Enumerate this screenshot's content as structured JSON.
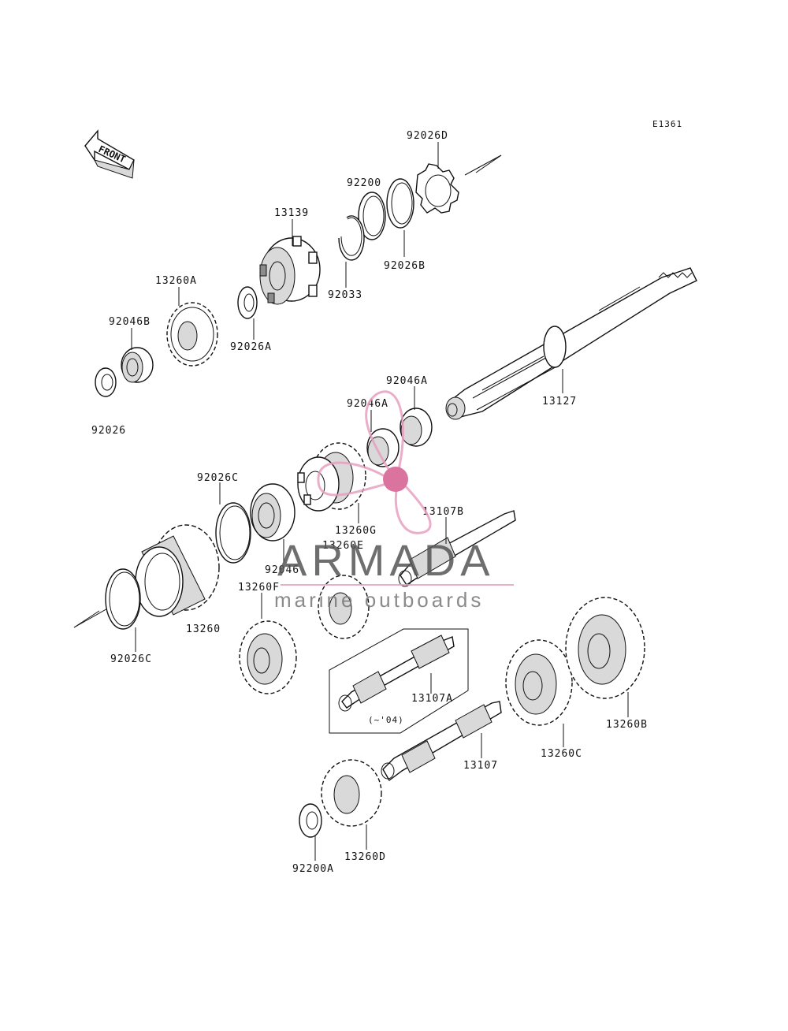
{
  "diagram": {
    "code": "E1361",
    "front_label": "FRONT",
    "variant_note": "(~'04)",
    "parts": [
      {
        "id": "92026D"
      },
      {
        "id": "92200"
      },
      {
        "id": "13139"
      },
      {
        "id": "92026B"
      },
      {
        "id": "92033"
      },
      {
        "id": "13260A"
      },
      {
        "id": "92046B"
      },
      {
        "id": "92026A"
      },
      {
        "id": "92026"
      },
      {
        "id": "13127"
      },
      {
        "id": "92046A"
      },
      {
        "id": "92046A"
      },
      {
        "id": "92026C"
      },
      {
        "id": "13260G"
      },
      {
        "id": "13260E"
      },
      {
        "id": "13107B"
      },
      {
        "id": "92046"
      },
      {
        "id": "13260F"
      },
      {
        "id": "13260"
      },
      {
        "id": "92026C"
      },
      {
        "id": "13107A"
      },
      {
        "id": "13260B"
      },
      {
        "id": "13260C"
      },
      {
        "id": "13107"
      },
      {
        "id": "92200A"
      },
      {
        "id": "13260D"
      }
    ]
  },
  "watermark": {
    "brand": "ARMADA",
    "tagline": "marine outboards",
    "color_primary": "#e8a0c0",
    "color_accent": "#d45c8f"
  }
}
